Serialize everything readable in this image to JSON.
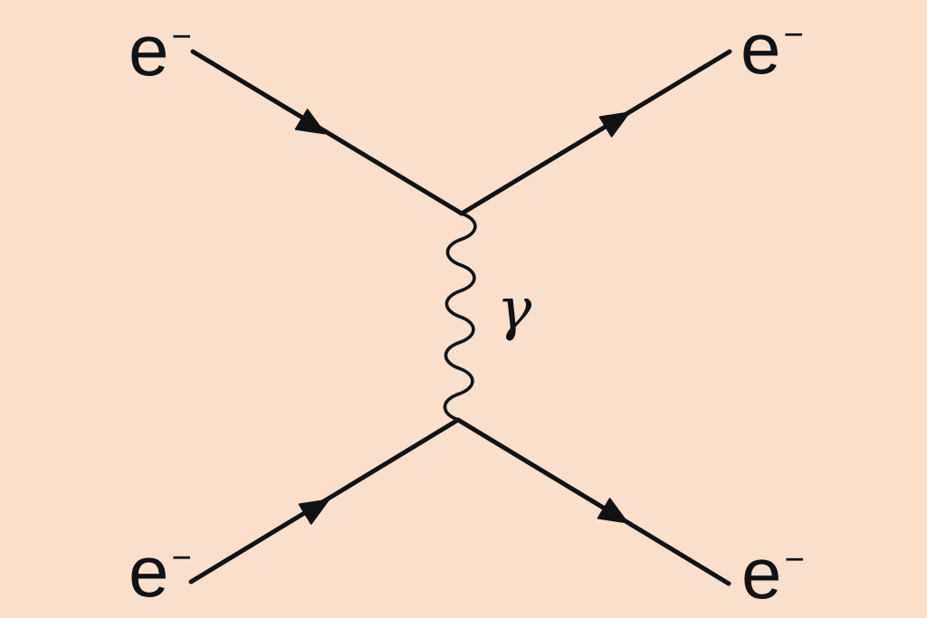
{
  "colors": {
    "background": "#fae0cb",
    "stroke": "#121212"
  },
  "particles": {
    "electron_in_top_left": {
      "base": "e",
      "charge": "−"
    },
    "electron_out_top_right": {
      "base": "e",
      "charge": "−"
    },
    "electron_in_bottom_left": {
      "base": "e",
      "charge": "−"
    },
    "electron_out_bottom_right": {
      "base": "e",
      "charge": "−"
    },
    "photon": {
      "symbol": "γ"
    }
  }
}
